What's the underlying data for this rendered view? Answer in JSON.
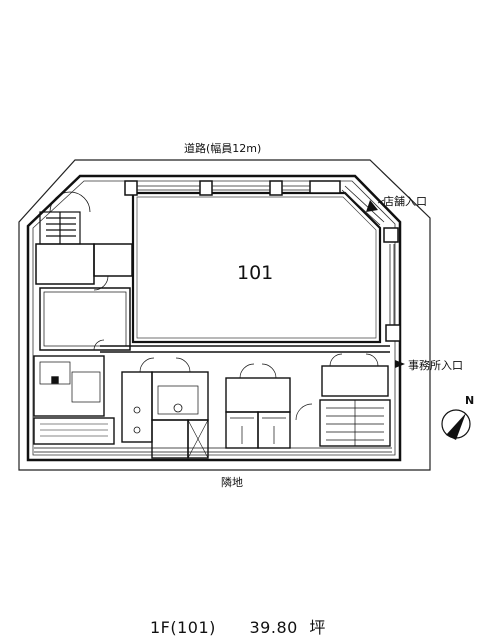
{
  "labels": {
    "road": "道路(幅員12m)",
    "shop_entrance": "店舗入口",
    "office_entrance": "事務所入口",
    "neighbor": "隣地",
    "unit_number": "101",
    "compass": "N"
  },
  "caption": {
    "floor": "1F(101)",
    "area": "39.80",
    "unit": "坪"
  },
  "icons": [
    "entrance-arrow-icon",
    "compass-icon"
  ]
}
